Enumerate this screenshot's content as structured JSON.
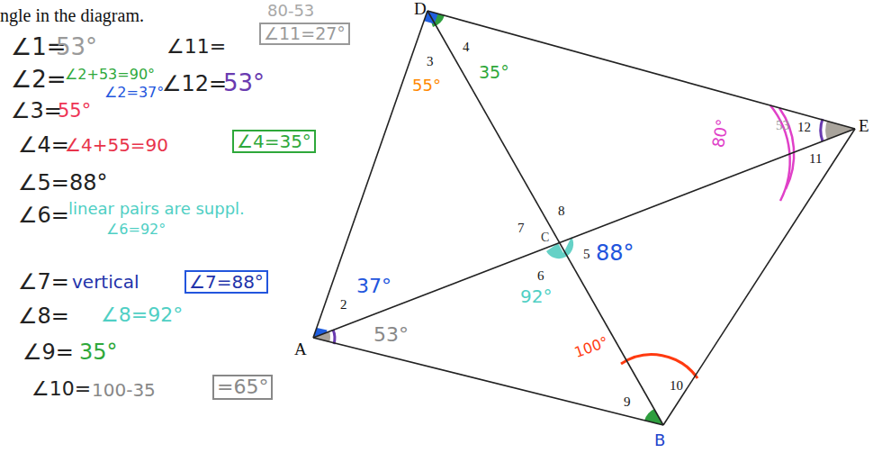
{
  "diagram": {
    "labels": [
      "ngle in the diagram.",
      "∠1=",
      "53°",
      "∠11=",
      "80-53",
      "∠11=27°",
      "∠2=",
      "∠2+53=90°",
      "∠2=37°",
      "∠12=",
      "53°",
      "∠3=",
      "55°",
      "∠4=",
      "∠4+55=90",
      "∠4=35°",
      "∠5=88°",
      "∠6=",
      "linear pairs are suppl.",
      "∠6=92°",
      "∠7=",
      "vertical",
      "∠7=88°",
      "∠8=",
      "∠8=92°",
      "∠9=",
      "35°",
      "∠10=",
      "100-35",
      "=65°",
      "D",
      "E",
      "A",
      "B",
      "C",
      "3",
      "4",
      "35°",
      "55°",
      "53",
      "12",
      "11",
      "80°",
      "7",
      "8",
      "5",
      "88°",
      "6",
      "92°",
      "2",
      "37°",
      "53°",
      "100°",
      "9",
      "10"
    ]
  }
}
